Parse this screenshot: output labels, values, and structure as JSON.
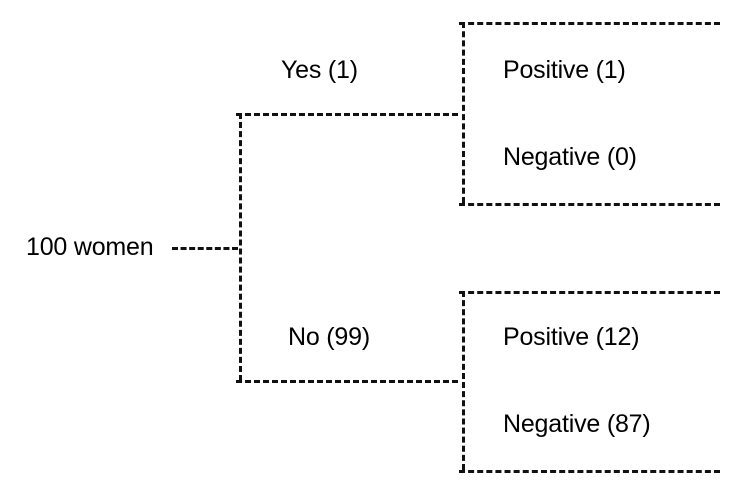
{
  "diagram": {
    "type": "probability-tree",
    "title_text": "",
    "root": {
      "label": "100 women",
      "count": 100
    },
    "branches": [
      {
        "label": "Yes (1)",
        "name": "yes",
        "count": 1,
        "leaves": [
          {
            "label": "Positive (1)",
            "name": "positive",
            "count": 1
          },
          {
            "label": "Negative (0)",
            "name": "negative",
            "count": 0
          }
        ]
      },
      {
        "label": "No (99)",
        "name": "no",
        "count": 99,
        "leaves": [
          {
            "label": "Positive (12)",
            "name": "positive",
            "count": 12
          },
          {
            "label": "Negative (87)",
            "name": "negative",
            "count": 87
          }
        ]
      }
    ],
    "colors": {
      "stroke": "#111111",
      "text": "#000000",
      "background": "#ffffff"
    }
  }
}
